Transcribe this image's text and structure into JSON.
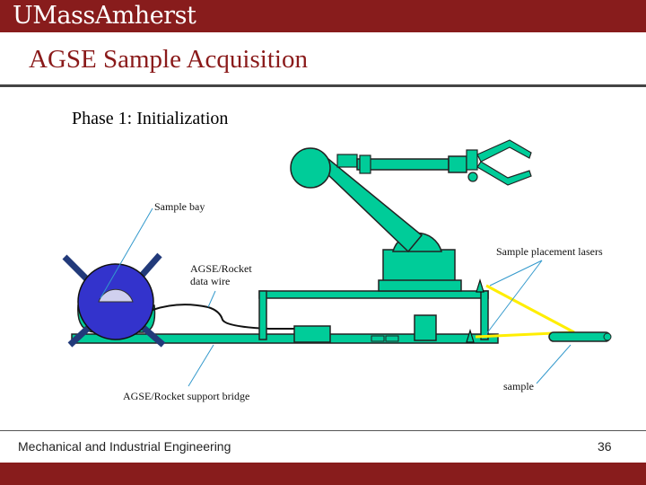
{
  "header": {
    "logo_text": "UMassAmherst",
    "title": "AGSE Sample Acquisition",
    "brand_color": "#881c1c"
  },
  "slide": {
    "phase": "Phase 1: Initialization"
  },
  "diagram": {
    "labels": {
      "sample_bay": "Sample bay",
      "placement_lasers": "Sample placement lasers",
      "data_wire_line1": "AGSE/Rocket",
      "data_wire_line2": "data wire",
      "support_bridge": "AGSE/Rocket support bridge",
      "sample": "sample"
    },
    "colors": {
      "arm": "#00cc99",
      "bay": "#3333cc",
      "laser": "#ffee00",
      "leader": "#3399cc"
    }
  },
  "footer": {
    "department": "Mechanical and Industrial Engineering",
    "page_number": "36"
  }
}
